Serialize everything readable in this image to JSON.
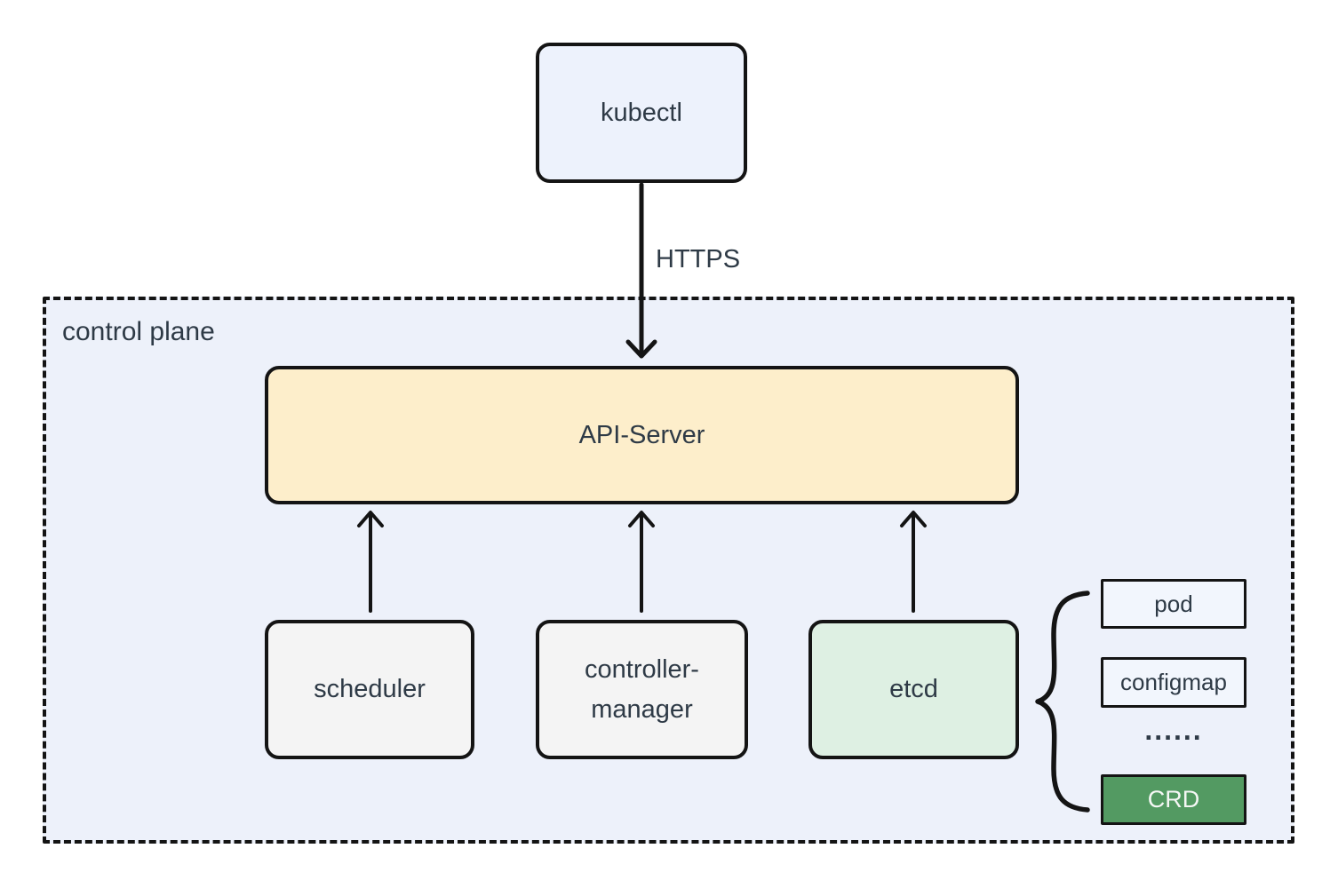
{
  "plane": {
    "label": "control plane"
  },
  "edges": {
    "https_label": "HTTPS"
  },
  "nodes": {
    "kubectl": {
      "label": "kubectl"
    },
    "api_server": {
      "label": "API-Server"
    },
    "scheduler": {
      "label": "scheduler"
    },
    "controller_manager": {
      "line1": "controller-",
      "line2": "manager"
    },
    "etcd": {
      "label": "etcd"
    }
  },
  "resources": {
    "pod": {
      "label": "pod"
    },
    "configmap": {
      "label": "configmap"
    },
    "ellipsis": {
      "label": "......"
    },
    "crd": {
      "label": "CRD"
    }
  },
  "colors": {
    "plane_fill": "#edf1fa",
    "kubectl_fill": "#edf2fc",
    "api_server_fill": "#fdeecb",
    "component_fill": "#f4f4f4",
    "etcd_fill": "#def0e3",
    "resource_fill": "#f2f6fd",
    "crd_fill": "#539a62",
    "crd_text": "#f5f7f5",
    "border": "#141414",
    "text": "#2e3a46"
  }
}
